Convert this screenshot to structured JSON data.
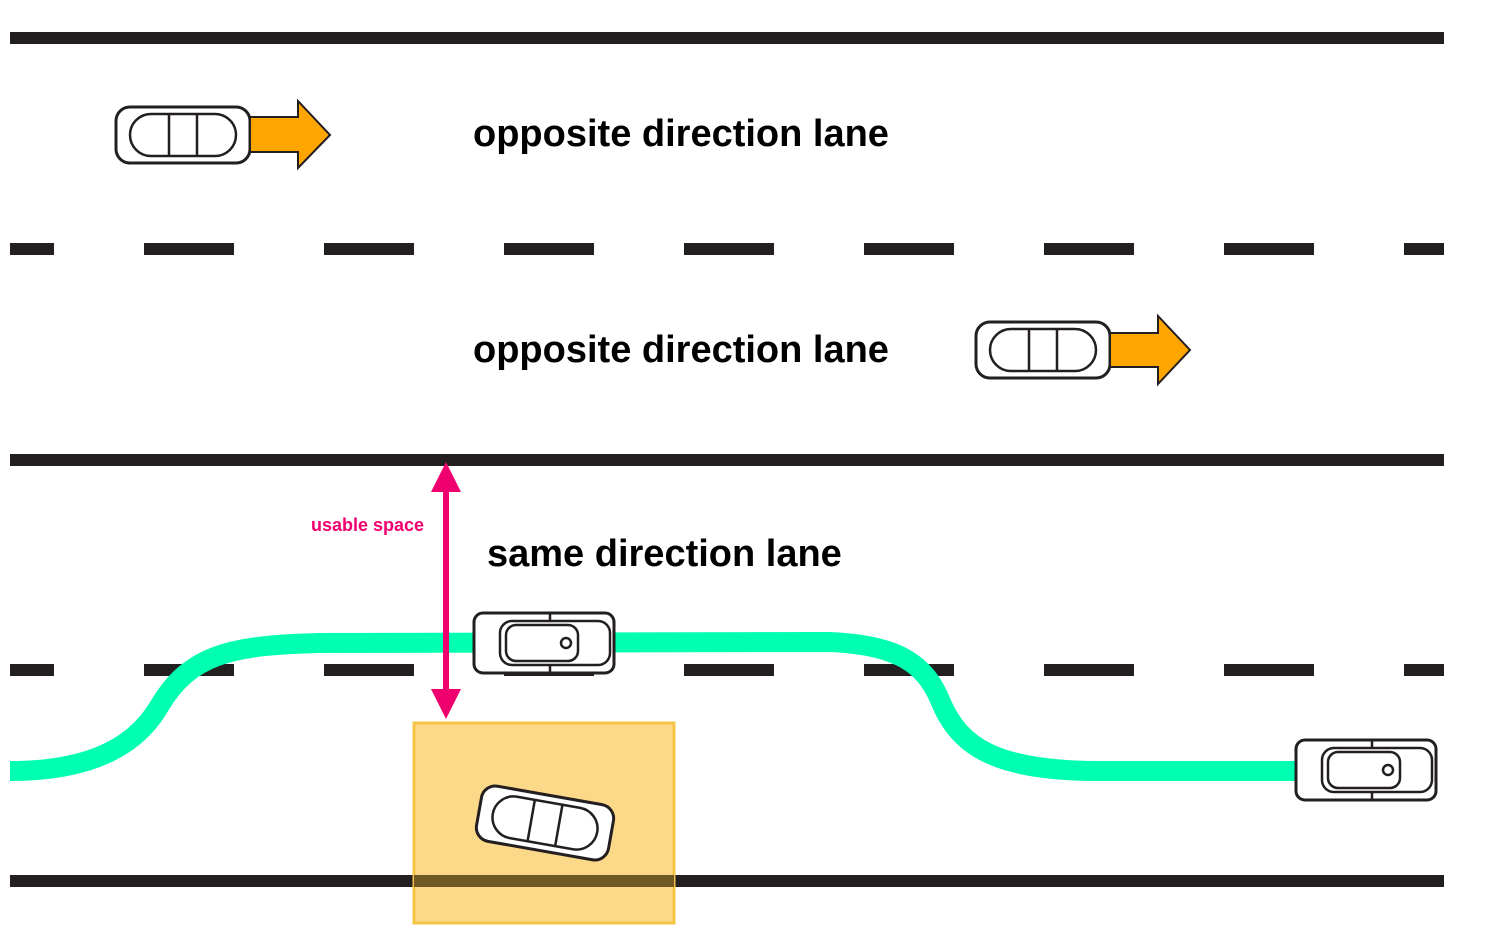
{
  "lanes": [
    {
      "label": "opposite direction lane"
    },
    {
      "label": "opposite direction lane"
    },
    {
      "label": "same direction lane"
    }
  ],
  "annotation": {
    "label": "usable space"
  },
  "colors": {
    "road_line": "#231f20",
    "arrow_fill": "#ffa500",
    "path": "#00ffb0",
    "annotation": "#f0006e",
    "obstacle_box": "#fcd47c",
    "obstacle_border": "#f6c445"
  }
}
